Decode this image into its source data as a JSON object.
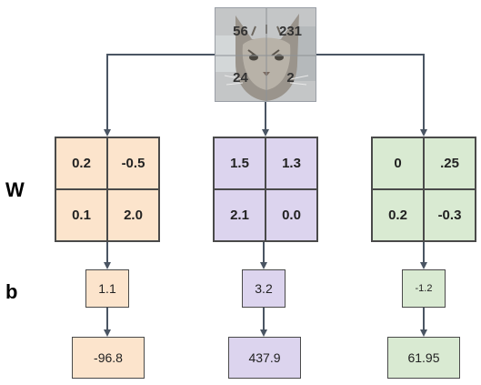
{
  "labels": {
    "weights": "W",
    "bias": "b"
  },
  "input_image": {
    "pixels": [
      "56",
      "231",
      "24",
      "2"
    ]
  },
  "classes": [
    {
      "weights": [
        "0.2",
        "-0.5",
        "0.1",
        "2.0"
      ],
      "bias": "1.1",
      "score": "-96.8",
      "color": "#fce4cc"
    },
    {
      "weights": [
        "1.5",
        "1.3",
        "2.1",
        "0.0"
      ],
      "bias": "3.2",
      "score": "437.9",
      "color": "#dcd4ee"
    },
    {
      "weights": [
        "0",
        ".25",
        "0.2",
        "-0.3"
      ],
      "bias": "-1.2",
      "score": "61.95",
      "color": "#d9ead2"
    }
  ],
  "colors": {
    "connector": "#4a5563",
    "border": "#4a4a4a"
  }
}
